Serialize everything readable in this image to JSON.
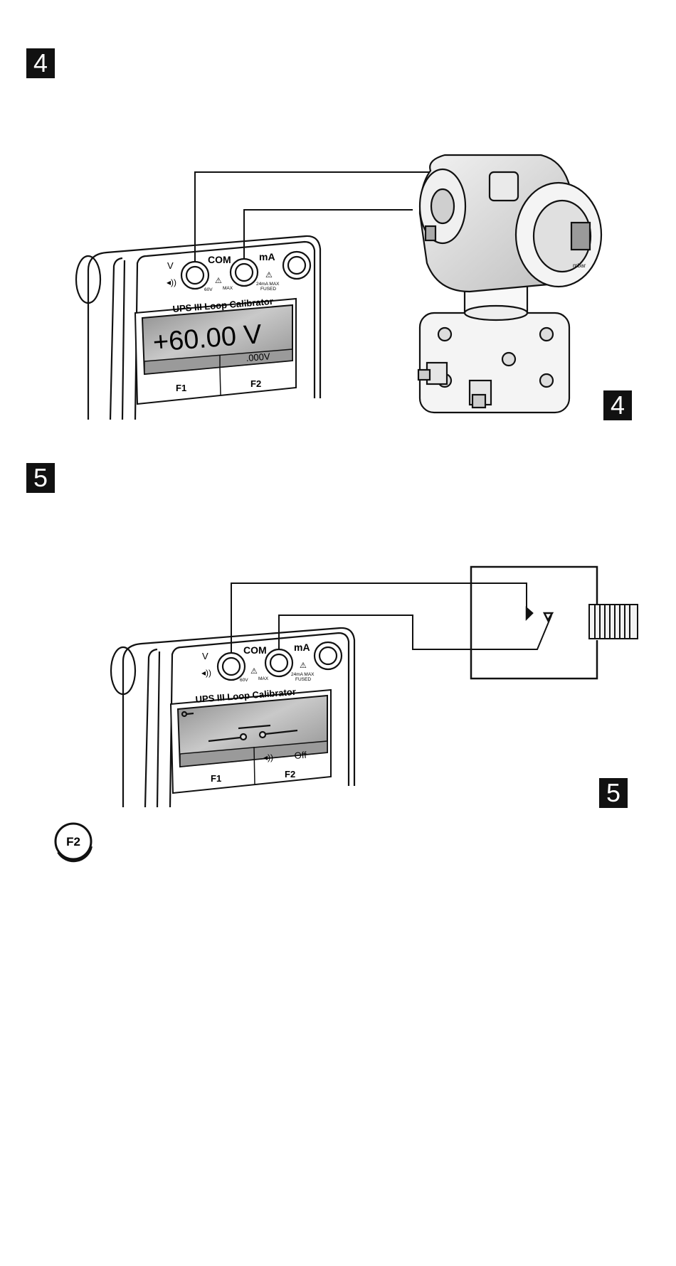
{
  "step4": {
    "badge_top": "4",
    "badge_right": "4",
    "device": {
      "terminal_v": "V",
      "terminal_com": "COM",
      "terminal_ma": "mA",
      "rating_v": "60V",
      "rating_v_max": "MAX",
      "rating_ma_line1": "24mA MAX",
      "rating_ma_line2": "FUSED",
      "model": "UPS III  Loop Calibrator",
      "reading": "+60.00 V",
      "sub_reading": ".000V",
      "softkey_f1": "F1",
      "softkey_f2": "F2"
    },
    "transmitter_brand": "mbar"
  },
  "step5": {
    "badge_top": "5",
    "badge_right": "5",
    "device": {
      "terminal_v": "V",
      "terminal_com": "COM",
      "terminal_ma": "mA",
      "rating_v": "60V",
      "rating_v_max": "MAX",
      "rating_ma_line1": "24mA MAX",
      "rating_ma_line2": "FUSED",
      "model": "UPS III  Loop Calibrator",
      "f2_state": "Off",
      "softkey_f1": "F1",
      "softkey_f2": "F2"
    }
  },
  "key_button": "F2"
}
